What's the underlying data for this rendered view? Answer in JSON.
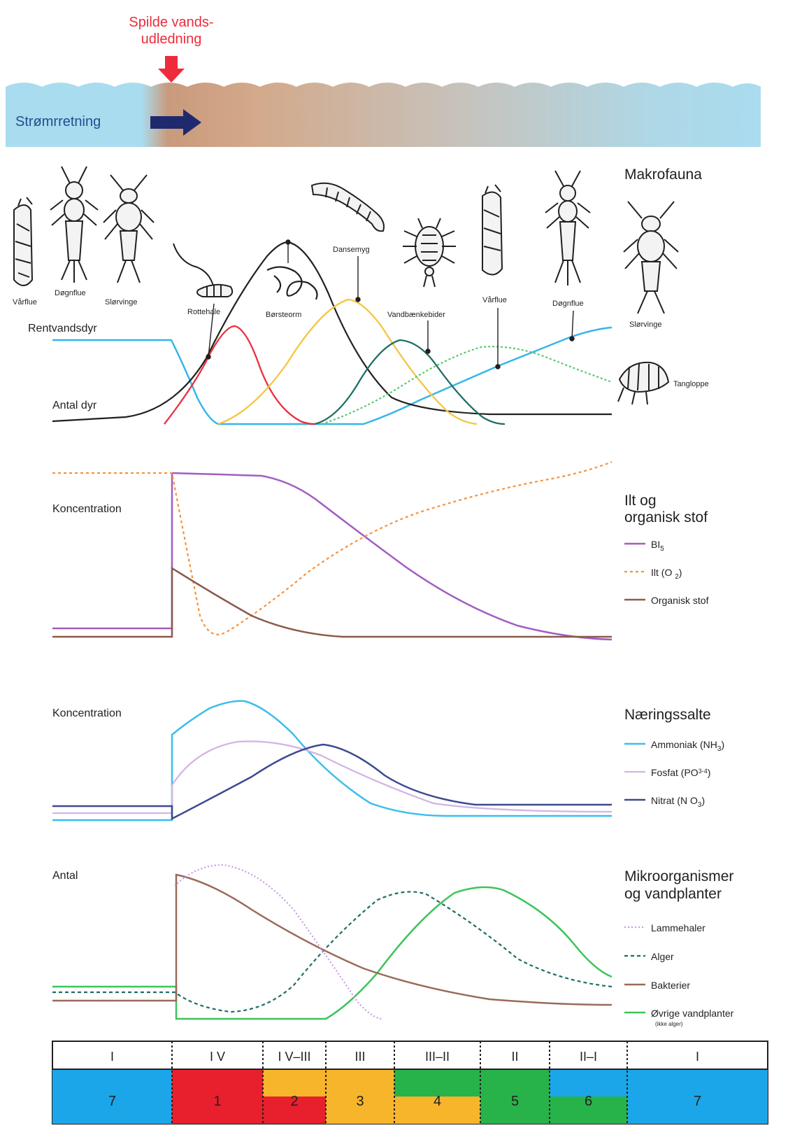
{
  "header": {
    "discharge_line1": "Spilde vands-",
    "discharge_line2": "udledning",
    "flow_label": "Strømrretning",
    "colors": {
      "discharge": "#ee2b3b",
      "water": "#a9dcef",
      "arrow": "#1f2a6e"
    }
  },
  "macrofauna": {
    "title": "Makrofauna",
    "left_label_clean": "Rentvandsdyr",
    "left_label_count": "Antal dyr",
    "animals": [
      {
        "name": "Vårflue",
        "icon": "caddisfly-larva-icon"
      },
      {
        "name": "Døgnflue",
        "icon": "mayfly-nymph-icon"
      },
      {
        "name": "Slørvinge",
        "icon": "stonefly-nymph-icon"
      },
      {
        "name": "Rottehale",
        "icon": "rat-tailed-maggot-icon"
      },
      {
        "name": "Børsteorm",
        "icon": "bristle-worm-icon"
      },
      {
        "name": "Dansemyg",
        "icon": "midge-larva-icon"
      },
      {
        "name": "Vandbænkebider",
        "icon": "water-louse-icon"
      },
      {
        "name": "Vårflue",
        "icon": "caddisfly-larva-icon"
      },
      {
        "name": "Døgnflue",
        "icon": "mayfly-nymph-icon"
      },
      {
        "name": "Slørvinge",
        "icon": "stonefly-nymph-icon"
      },
      {
        "name": "Tangloppe",
        "icon": "amphipod-icon"
      }
    ],
    "colors": {
      "clean": "#35b6ea",
      "count": "#231f20",
      "rottehale": "#ec2f3f",
      "dansemyg": "#f5c542",
      "vandbaenkebider": "#1f6e64",
      "tangloppe": "#58c96b"
    }
  },
  "oxygen_panel": {
    "ylabel": "Koncentration",
    "title_line1": "Ilt og",
    "title_line2": "organisk stof",
    "legend": [
      {
        "label": "BI",
        "sub": "5",
        "color": "#a25dc0",
        "style": "solid"
      },
      {
        "label": "Ilt (O ",
        "sub": "2",
        "suffix": ")",
        "color": "#f5923e",
        "style": "dotted"
      },
      {
        "label": "Organisk stof",
        "sub": "",
        "color": "#8b5a4a",
        "style": "solid"
      }
    ]
  },
  "nutrient_panel": {
    "ylabel": "Koncentration",
    "title": "Næringssalte",
    "legend": [
      {
        "label": "Ammoniak (NH",
        "sub": "3",
        "suffix": ")",
        "color": "#3cbdec"
      },
      {
        "label": "Fosfat (PO",
        "sub": "3-4",
        "suffix": ")",
        "color": "#d3b5e2"
      },
      {
        "label": "Nitrat (N O",
        "sub": "3",
        "suffix": ")",
        "color": "#3c4a8f"
      }
    ]
  },
  "micro_panel": {
    "ylabel": "Antal",
    "title_line1": "Mikroorganismer",
    "title_line2": "og vandplanter",
    "legend": [
      {
        "label": "Lammehaler",
        "note": "",
        "color": "#c79be3",
        "style": "dotted"
      },
      {
        "label": "Alger",
        "note": "",
        "color": "#1f6e64",
        "style": "dashed"
      },
      {
        "label": "Bakterier",
        "note": "",
        "color": "#9a6a5a",
        "style": "solid"
      },
      {
        "label": "Øvrige vandplanter",
        "note": "(ikke alger)",
        "color": "#3cc45c",
        "style": "solid"
      }
    ]
  },
  "zones": {
    "saprobic": [
      "I",
      "I V",
      "I V–III",
      "III",
      "III–II",
      "II",
      "II–I",
      "I"
    ],
    "classes": [
      "7",
      "1",
      "2",
      "3",
      "4",
      "5",
      "6",
      "7"
    ],
    "class_colors": [
      "#1aa6e8",
      "#e81f2d",
      "#f6b52a",
      "#f6b52a",
      "#27b34a",
      "#27b34a",
      "#1aa6e8",
      "#1aa6e8"
    ]
  }
}
